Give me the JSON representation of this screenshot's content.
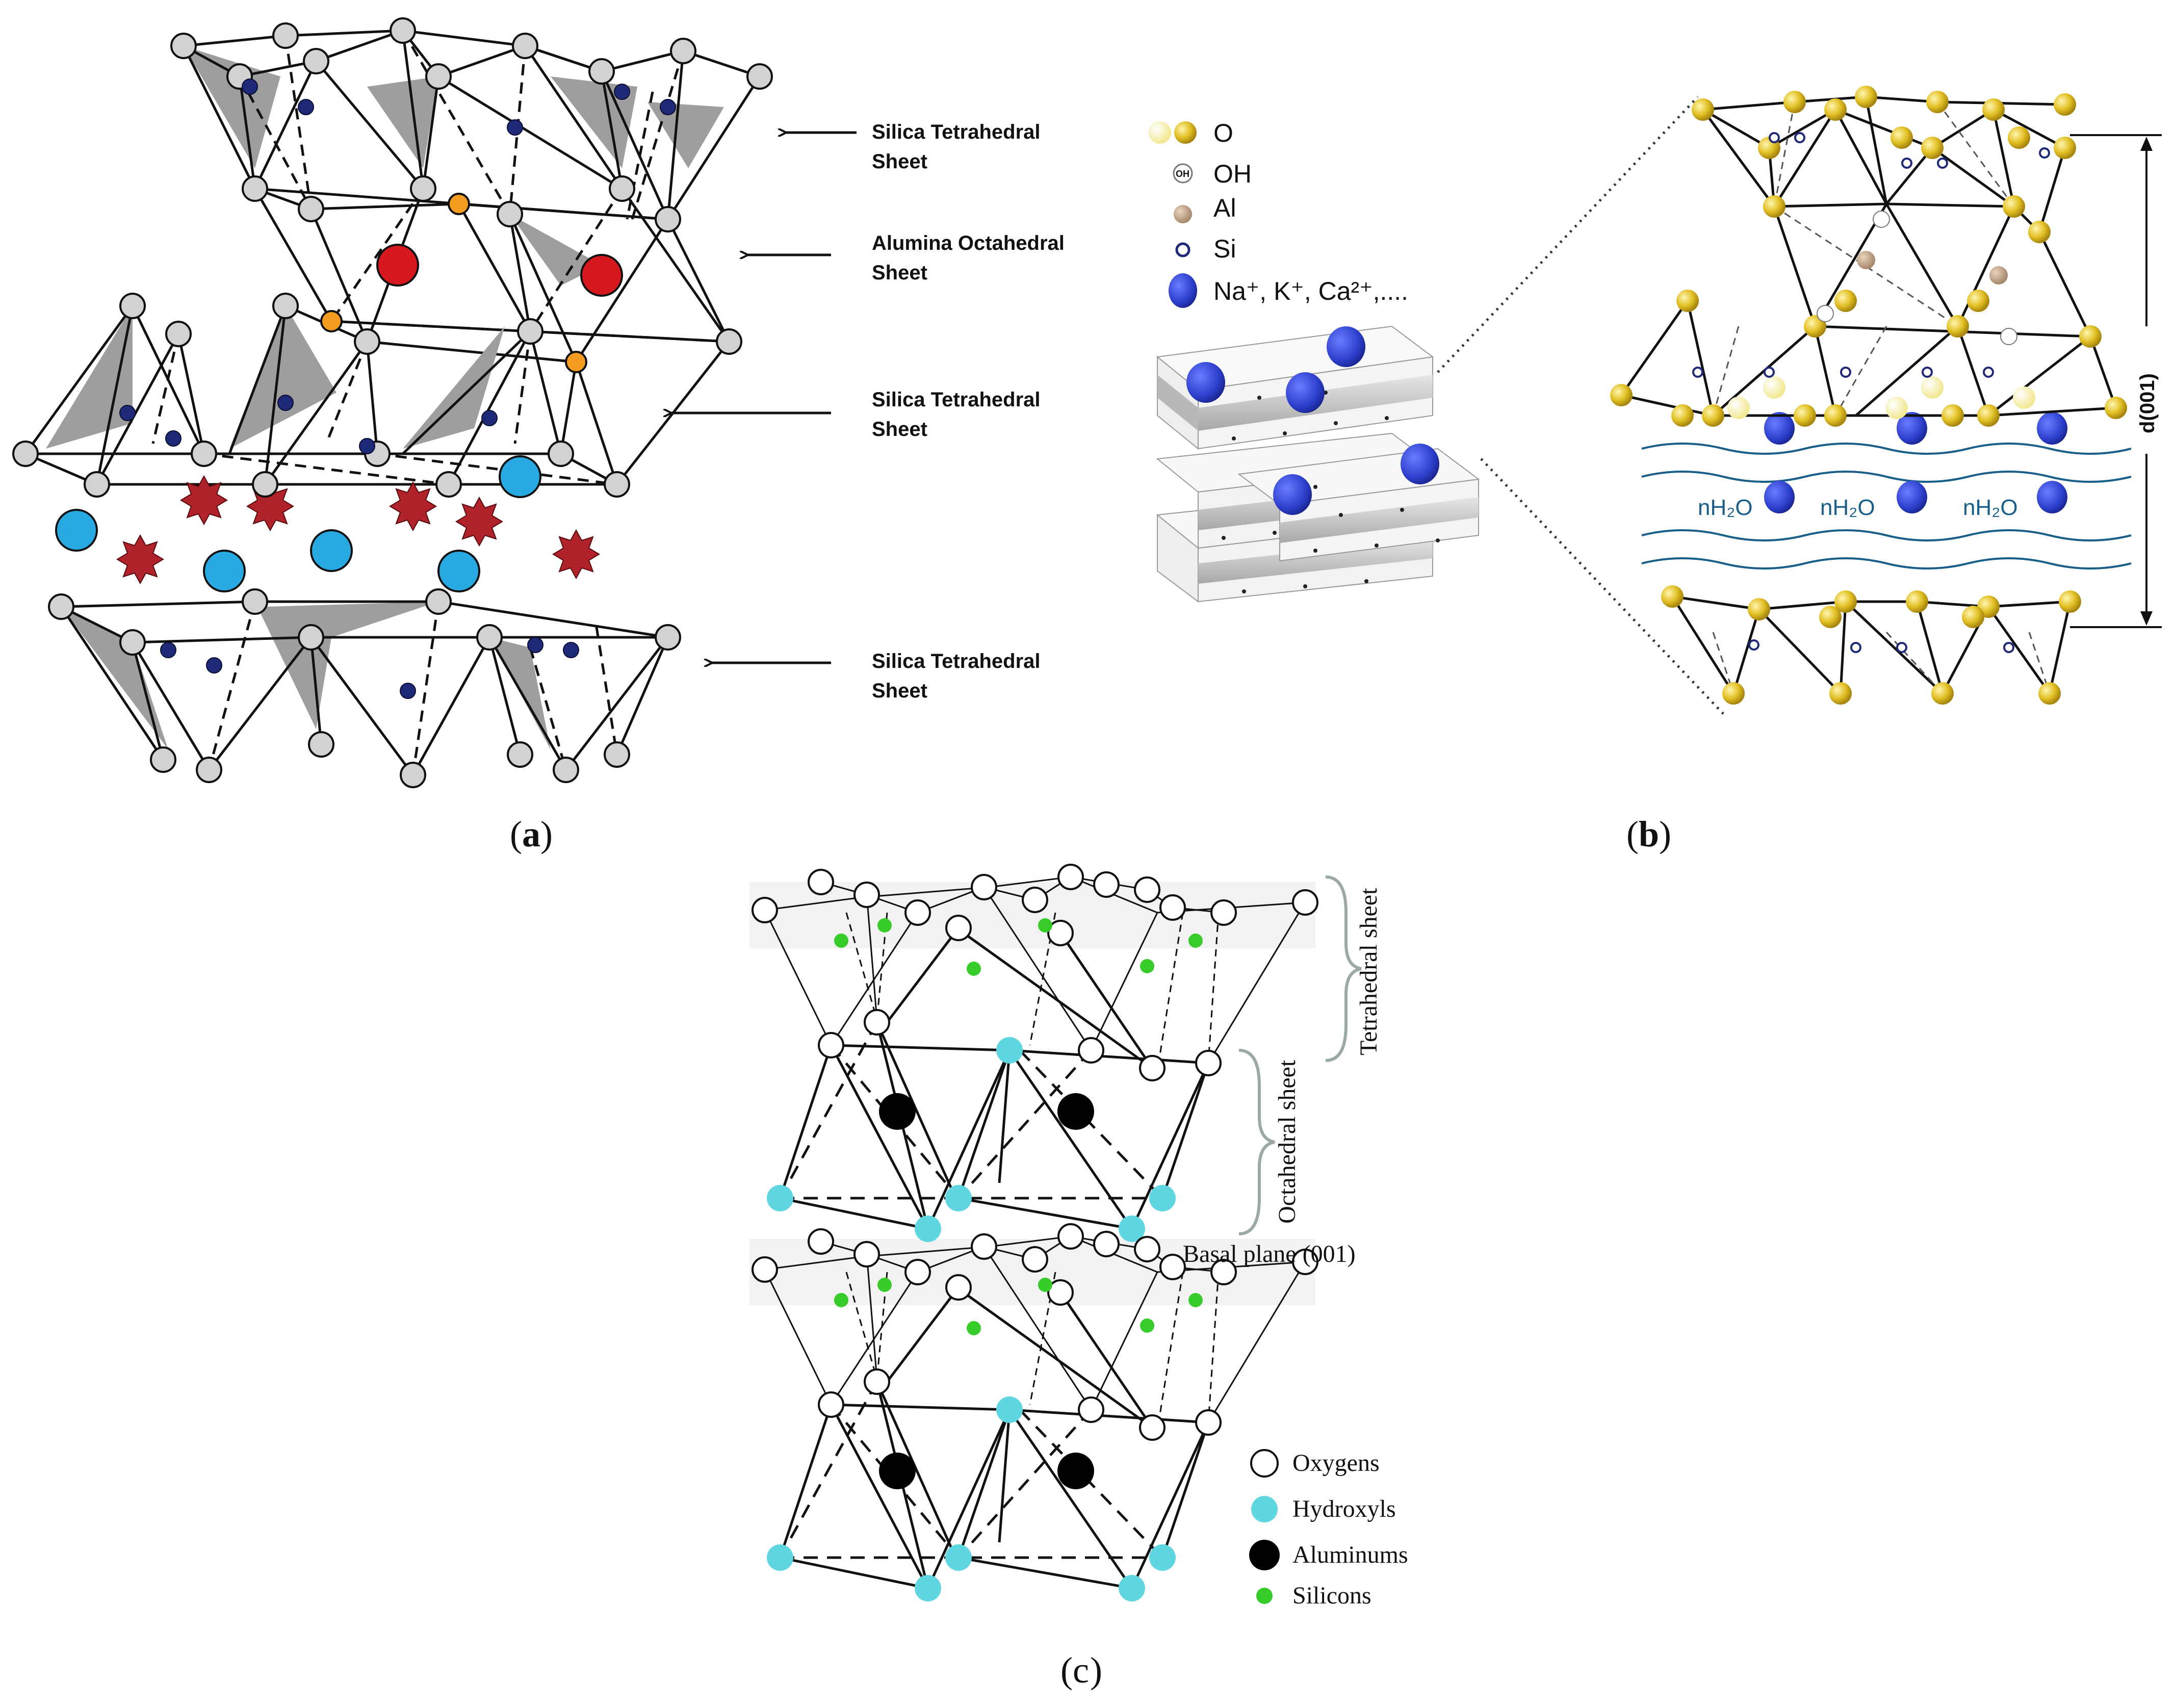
{
  "panel_a": {
    "caption_letter": "a",
    "labels": [
      {
        "line1": "Silica Tetrahedral",
        "line2": "Sheet"
      },
      {
        "line1": "Alumina Octahedral",
        "line2": "Sheet"
      },
      {
        "line1": "Silica Tetrahedral",
        "line2": "Sheet"
      },
      {
        "line1": "Silica Tetrahedral",
        "line2": "Sheet"
      }
    ]
  },
  "panel_b": {
    "caption_letter": "b",
    "legend": [
      {
        "label": "O"
      },
      {
        "label": "OH"
      },
      {
        "label": "Al"
      },
      {
        "label": "Si"
      },
      {
        "label": "Na⁺, K⁺, Ca²⁺,...."
      }
    ],
    "oh_marker": "OH",
    "water_label": "nH₂O",
    "spacing_label": "d(001)"
  },
  "panel_c": {
    "caption_letter": "c",
    "tetrahedral_label": "Tetrahedral sheet",
    "octahedral_label": "Octahedral sheet",
    "basal_label": "Basal plane (001)",
    "legend": [
      {
        "label": "Oxygens"
      },
      {
        "label": "Hydroxyls"
      },
      {
        "label": "Aluminums"
      },
      {
        "label": "Silicons"
      }
    ]
  },
  "colors": {
    "atom_gray": "#d2d2d2",
    "tetra_fill": "#9e9e9e",
    "si_dark_blue": "#1e2a78",
    "al_orange": "#f39c1f",
    "al_red": "#d7191f",
    "cation_cyan": "#28a9e1",
    "star_red": "#b0232a",
    "oxygen_gold": "#e1bf23",
    "oxygen_pale": "#f7f1a4",
    "al_tan": "#bfa186",
    "cation_blue": "#2c3fcc",
    "water_teal": "#1a5f8a",
    "hydroxyl_cyan": "#5fd6e0",
    "aluminum_black": "#000000",
    "silicon_green": "#37cc29"
  }
}
